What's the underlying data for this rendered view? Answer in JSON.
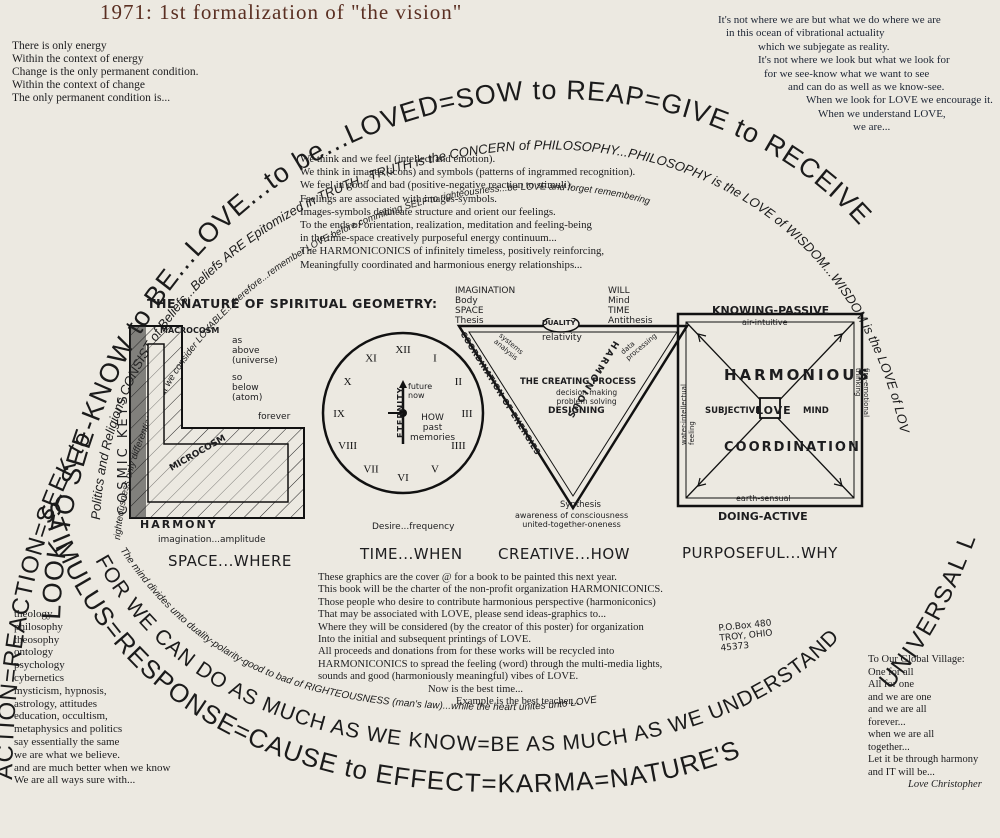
{
  "heading": "1971: 1st formalization of \"the vision\"",
  "energy_lines": [
    "There is only energy",
    "Within the context of energy",
    "Change is the only permanent condition.",
    "Within the context of change",
    "The only permanent condition is..."
  ],
  "ocean_lines": [
    "It's not where we are but what we do where we are",
    "in this ocean of vibrational actuality",
    "which we subjegate as reality.",
    "It's not where we look but what we look for",
    "for we see-know what we want to see",
    "and can do as well as we know-see.",
    "When we look for LOVE we encourage it.",
    "When we understand LOVE,",
    "we are..."
  ],
  "ring": {
    "outer_top": "LOOK TO SEE-KNOW to BE...LOVE...to be...LOVED=SOW to REAP=GIVE to RECEIVE",
    "outer_right": "UNIVERSAL LAW",
    "outer_left": "ACTION=REACTION=SEEK to FIND=",
    "outer_bottom": "STIMULUS=RESPONSE=CAUSE to EFFECT=KARMA=NATURE'S",
    "inner_top": "Politics and Religions CONSIST of Beliefs...Beliefs ARE Epitomized in TRUTH...TRUTH is the CONCERN of PHILOSOPHY...PHILOSOPHY is the LOVE of WISDOM...WISDOM is the LOVE of LOVE",
    "inner_top2": "righteousness only differentiates what we consider LOVABLE...therefore...remember LOVE before committing SELF to righteousness...be LOVE and forget remembering",
    "inner_bottom": "FOR WE CAN DO AS MUCH AS WE KNOW=BE AS MUCH AS WE UNDERSTAND",
    "inner_bottom2": "The mind divides unto duality-polarity-good to bad of RIGHTEOUSNESS (man's law)...while the heart unites unto LOVE"
  },
  "think_lines": [
    "We think and we feel (intellect and emotion).",
    "We think in images (icons) and symbols (patterns of ingrammed recognition).",
    "We feel in good and bad (positive-negative reaction to stimuli).",
    "Feelings are associated with images-symbols.",
    "Images-symbols delineate structure and orient our feelings.",
    "To the ends of orientation, realization, meditation and feeling-being",
    "in the time-space creatively purposeful energy continuum...",
    "The HARMONICONICS of infinitely timeless, positively reinforcing,",
    "Meaningfully coordinated and harmonious energy relationships..."
  ],
  "nature_title": "THE NATURE OF SPIRITUAL GEOMETRY:",
  "l_panel": {
    "macrocosm": "MACROCOSM",
    "as_above": "as\nabove\n(universe)",
    "so_below": "so\nbelow\n(atom)",
    "forever": "forever",
    "microcosm": "MICROCOSM",
    "cosmic_keys": "COSMIC KEYS",
    "harmony": "HARMONY",
    "imagination": "imagination...amplitude",
    "caption": "SPACE...WHERE"
  },
  "clock": {
    "numerals": [
      "XII",
      "I",
      "II",
      "III",
      "IIII",
      "V",
      "VI",
      "VII",
      "VIII",
      "IX",
      "X",
      "XI"
    ],
    "future_label": "future\nnow",
    "eternity": "ETERNITY",
    "how_label": "HOW\npast\nmemories",
    "desire": "Desire...frequency",
    "caption": "TIME...WHEN"
  },
  "triangle": {
    "left_top": "IMAGINATION\nBody\nSPACE\nThesis",
    "right_top": "WILL\nMind\nTIME\nAntithesis",
    "duality": "DUALITY",
    "relativity": "relativity",
    "systems": "systems\nanalysis",
    "data": "data\nprocessing",
    "process_title": "THE CREATING PROCESS",
    "process_sub": "decision making\nproblem solving",
    "designing": "DESIGNING",
    "left_side": "COORDINATION OF ENERGIES",
    "right_side": "HARMONIOUS",
    "synthesis": "Synthesis",
    "awareness": "awareness of consciousness\nunited-together-oneness",
    "caption": "CREATIVE...HOW"
  },
  "square": {
    "top": "KNOWING-PASSIVE",
    "air": "air-intuitive",
    "harmonious": "HARMONIOUS",
    "coordination": "COORDINATION",
    "subjective": "SUBJECTIVE",
    "mind": "MIND",
    "love": "LOVE",
    "left": "water-intellectual\nfeeling",
    "right": "fire-emotional\nthinking",
    "earth": "earth-sensual",
    "bottom": "DOING-ACTIVE",
    "caption": "PURPOSEFUL...WHY"
  },
  "graphics_lines": [
    "These graphics are the cover @ for a book to be painted this next year.",
    "This book will be the charter of the non-profit organization HARMONICONICS.",
    "Those people who desire to contribute harmonious perspective (harmoniconics)",
    "That may be associated with LOVE, please send ideas-graphics to...",
    "Where they will be considered (by the creator of this poster) for organization",
    "Into the initial and subsequent printings of LOVE.",
    "All proceeds and donations from for these works will be recycled into",
    "HARMONICONICS to spread the feeling (word) through the multi-media lights,",
    "sounds and good (harmoniously meaningful) vibes of LOVE.",
    "Now is the best time...",
    "Example is the best teacher..."
  ],
  "address": "P.O.Box 480\nTROY, OHIO\n45373",
  "theology_lines": [
    "theology",
    "philosophy",
    "theosophy",
    "ontology",
    "psychology",
    "cybernetics",
    "mysticism, hypnosis,",
    "astrology, attitudes",
    "education, occultism,",
    "metaphysics and politics",
    "say essentially the same",
    "we are what we believe.",
    "and are much better when we know",
    "We are all ways sure with..."
  ],
  "village_lines": [
    "To Our Global Village:",
    "One for all",
    "All for one",
    "and we are one",
    "and we are all",
    "forever...",
    "when we are all",
    "together...",
    "Let it be through harmony",
    "and IT will be...",
    "Love Christopher"
  ]
}
